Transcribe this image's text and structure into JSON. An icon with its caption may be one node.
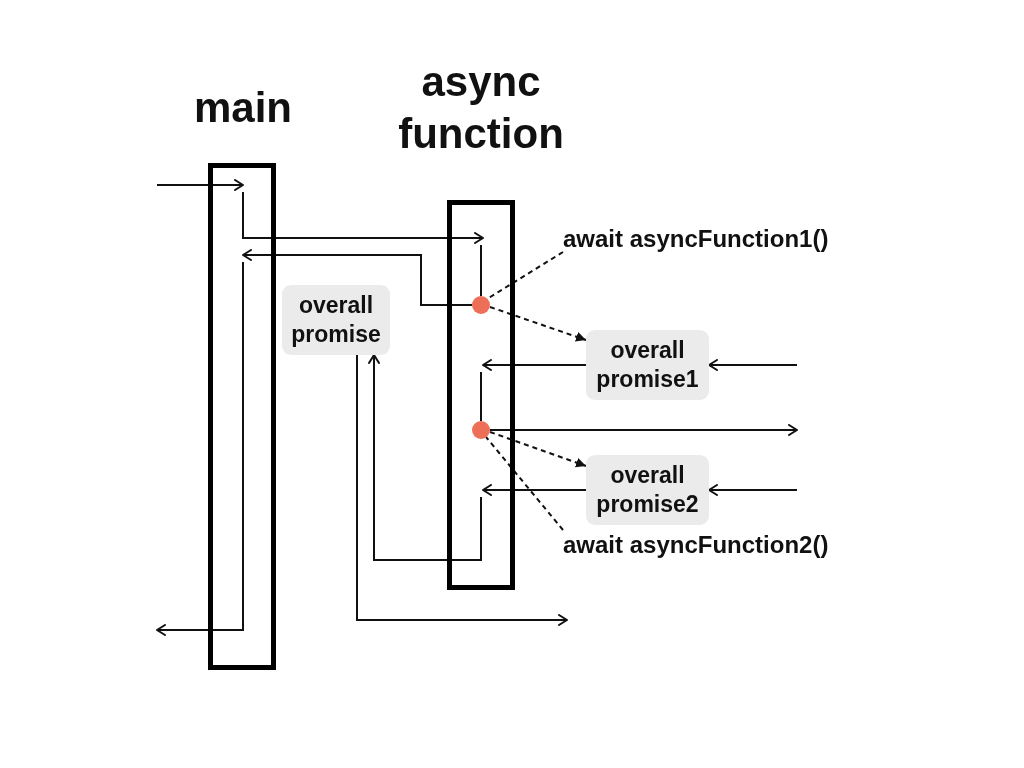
{
  "diagram": {
    "nodes": [
      {
        "text": [
          "main"
        ]
      },
      {
        "text": [
          "async function"
        ]
      },
      {
        "text": [
          "await asyncFunction1()"
        ]
      },
      {
        "text": [
          "overall promise"
        ]
      },
      {
        "text": [],
        "shape": "circle",
        "in": 1
      },
      {
        "text": [
          "overall promise1"
        ]
      },
      {
        "text": [],
        "shape": "circle",
        "in": 1
      },
      {
        "text": [
          "overall promise2"
        ]
      },
      {
        "text": [
          "await asyncFunction2()"
        ]
      }
    ],
    "edges": [
      {
        "from": null,
        "to": 0,
        "arrow": "to"
      },
      {
        "from": 0,
        "to": 1,
        "arrow": "to"
      },
      {
        "from": 1,
        "to": 4,
        "arrow": "none"
      },
      {
        "from": 4,
        "to": 0,
        "arrow": "to"
      },
      {
        "from": 2,
        "to": 4,
        "arrow": "none",
        "style": "dashed"
      },
      {
        "from": 4,
        "to": 5,
        "arrow": "to",
        "style": "dashed"
      },
      {
        "from": null,
        "to": 5,
        "arrow": "to"
      },
      {
        "from": 5,
        "to": 1,
        "arrow": "to"
      },
      {
        "from": 1,
        "to": 6,
        "arrow": "none"
      },
      {
        "from": 6,
        "to": null,
        "arrow": "to"
      },
      {
        "from": 6,
        "to": 7,
        "arrow": "to",
        "style": "dashed"
      },
      {
        "from": 8,
        "to": 6,
        "arrow": "none",
        "style": "dashed"
      },
      {
        "from": null,
        "to": 7,
        "arrow": "to"
      },
      {
        "from": 7,
        "to": 1,
        "arrow": "to"
      },
      {
        "from": 1,
        "to": 3,
        "arrow": "to"
      },
      {
        "from": 3,
        "to": null,
        "arrow": "to"
      },
      {
        "from": 0,
        "to": null,
        "arrow": "to"
      }
    ]
  }
}
